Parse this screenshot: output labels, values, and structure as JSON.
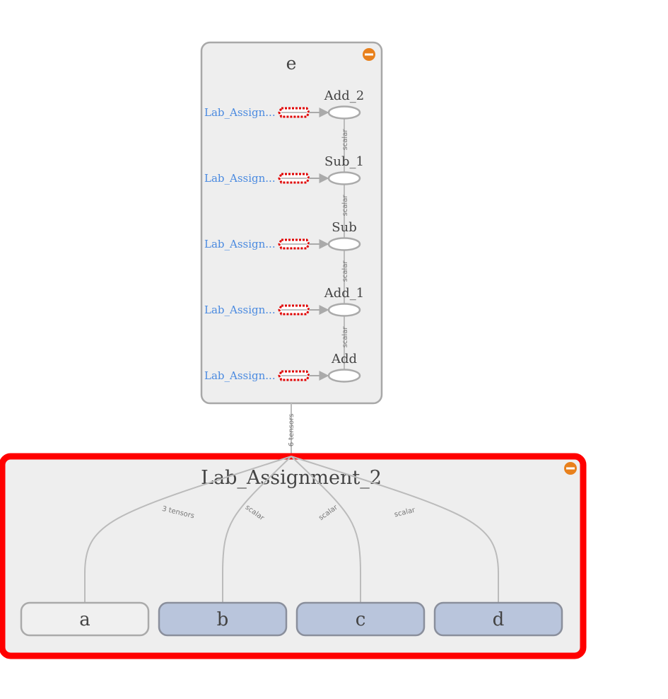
{
  "groups": {
    "e": {
      "label": "e",
      "collapse_icon": "minus-circle-icon"
    },
    "lab_assignment_2": {
      "label": "Lab_Assignment_2",
      "collapse_icon": "minus-circle-icon"
    }
  },
  "ops": [
    {
      "name": "Add_2",
      "ref": "Lab_Assign..."
    },
    {
      "name": "Sub_1",
      "ref": "Lab_Assign..."
    },
    {
      "name": "Sub",
      "ref": "Lab_Assign..."
    },
    {
      "name": "Add_1",
      "ref": "Lab_Assign..."
    },
    {
      "name": "Add",
      "ref": "Lab_Assign..."
    }
  ],
  "op_edges": [
    "scalar",
    "scalar",
    "scalar",
    "scalar"
  ],
  "group_edge": "6 tensors",
  "variables": [
    {
      "name": "a",
      "edge": "3 tensors"
    },
    {
      "name": "b",
      "edge": "scalar"
    },
    {
      "name": "c",
      "edge": "scalar"
    },
    {
      "name": "d",
      "edge": "scalar"
    }
  ],
  "colors": {
    "group_fill": "#eeeeee",
    "group_stroke": "#a8a8a8",
    "highlight": "#ff0000",
    "var_fill": "#b9c5dc",
    "var_stroke": "#8a8f9c",
    "edge": "#bbbbbb",
    "ref_text": "#4a8ae0",
    "collapse_icon": "#e8801c"
  }
}
